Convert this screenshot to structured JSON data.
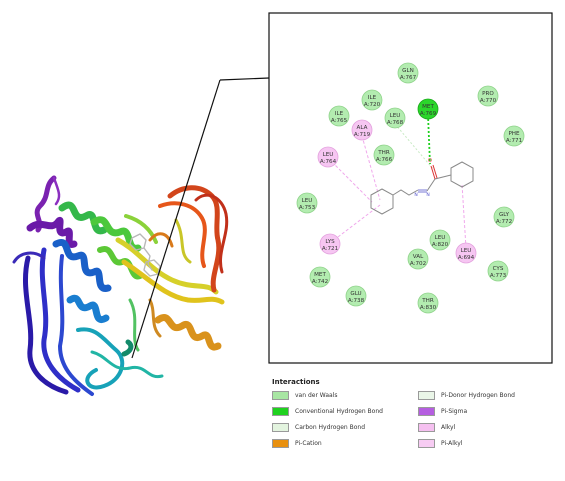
{
  "residues": [
    {
      "id": "gln767",
      "name": "GLN",
      "num": "A:767",
      "kind": "vdw"
    },
    {
      "id": "ile720",
      "name": "ILE",
      "num": "A:720",
      "kind": "vdw"
    },
    {
      "id": "met769",
      "name": "MET",
      "num": "A:769",
      "kind": "hbond"
    },
    {
      "id": "pro770",
      "name": "PRO",
      "num": "A:770",
      "kind": "vdw"
    },
    {
      "id": "ile765",
      "name": "ILE",
      "num": "A:765",
      "kind": "vdw"
    },
    {
      "id": "ala719",
      "name": "ALA",
      "num": "A:719",
      "kind": "alkyl"
    },
    {
      "id": "leu768",
      "name": "LEU",
      "num": "A:768",
      "kind": "vdw"
    },
    {
      "id": "phe771",
      "name": "PHE",
      "num": "A:771",
      "kind": "vdw"
    },
    {
      "id": "leu764",
      "name": "LEU",
      "num": "A:764",
      "kind": "alkyl"
    },
    {
      "id": "thr766",
      "name": "THR",
      "num": "A:766",
      "kind": "vdw"
    },
    {
      "id": "leu753",
      "name": "LEU",
      "num": "A:753",
      "kind": "vdw"
    },
    {
      "id": "gly772",
      "name": "GLY",
      "num": "A:772",
      "kind": "vdw"
    },
    {
      "id": "lys721",
      "name": "LYS",
      "num": "A:721",
      "kind": "alkyl"
    },
    {
      "id": "leu820",
      "name": "LEU",
      "num": "A:820",
      "kind": "vdw"
    },
    {
      "id": "leu694",
      "name": "LEU",
      "num": "A:694",
      "kind": "alkyl"
    },
    {
      "id": "val702",
      "name": "VAL",
      "num": "A:702",
      "kind": "vdw"
    },
    {
      "id": "cys773",
      "name": "CYS",
      "num": "A:773",
      "kind": "vdw"
    },
    {
      "id": "met742",
      "name": "MET",
      "num": "A:742",
      "kind": "vdw"
    },
    {
      "id": "glu738",
      "name": "GLU",
      "num": "A:738",
      "kind": "vdw"
    },
    {
      "id": "thr830",
      "name": "THR",
      "num": "A:830",
      "kind": "vdw"
    }
  ],
  "ligand": {
    "atom_o": "O",
    "atom_n1": "N",
    "atom_n2": "N"
  },
  "legend": {
    "title": "Interactions",
    "items": [
      {
        "label": "van der Waals",
        "color": "#a8e6a3"
      },
      {
        "label": "Conventional Hydrogen Bond",
        "color": "#1fd11f"
      },
      {
        "label": "Carbon Hydrogen Bond",
        "color": "#e3f4df"
      },
      {
        "label": "Pi-Cation",
        "color": "#e8900f"
      },
      {
        "label": "Pi-Donor Hydrogen Bond",
        "color": "#eaf6e8"
      },
      {
        "label": "Pi-Sigma",
        "color": "#b55ee0"
      },
      {
        "label": "Alkyl",
        "color": "#f5c0f0"
      },
      {
        "label": "Pi-Alkyl",
        "color": "#f7ccf3"
      }
    ]
  },
  "colors": {
    "vdw": "#b3ecb0",
    "hbond": "#2bd62b",
    "alkyl": "#f6c6f2",
    "frame": "#111111"
  }
}
